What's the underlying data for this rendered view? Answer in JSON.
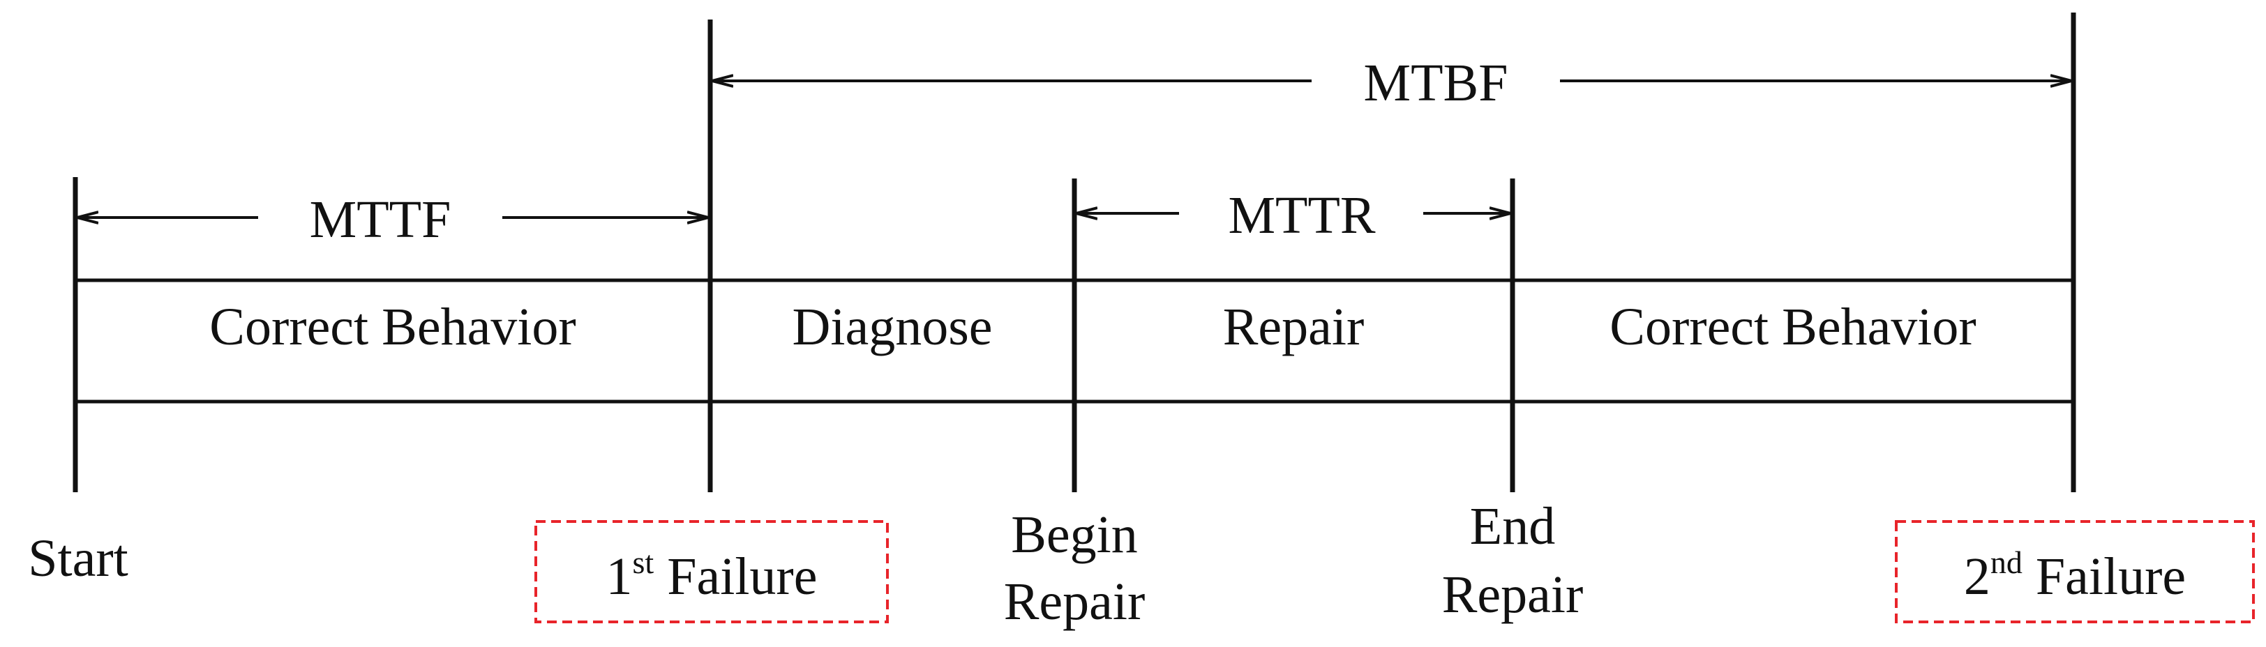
{
  "metrics": {
    "mtbf": "MTBF",
    "mttf": "MTTF",
    "mttr": "MTTR"
  },
  "phases": {
    "correct_behavior_1": "Correct Behavior",
    "diagnose": "Diagnose",
    "repair": "Repair",
    "correct_behavior_2": "Correct Behavior"
  },
  "events": {
    "start": "Start",
    "first_failure_num": "1",
    "first_failure_sup": "st",
    "first_failure_word": " Failure",
    "begin_repair_line1": "Begin",
    "begin_repair_line2": "Repair",
    "end_repair_line1": "End",
    "end_repair_line2": "Repair",
    "second_failure_num": "2",
    "second_failure_sup": "nd",
    "second_failure_word": " Failure"
  },
  "colors": {
    "line": "#111111",
    "failure_highlight": "#e8242a"
  }
}
